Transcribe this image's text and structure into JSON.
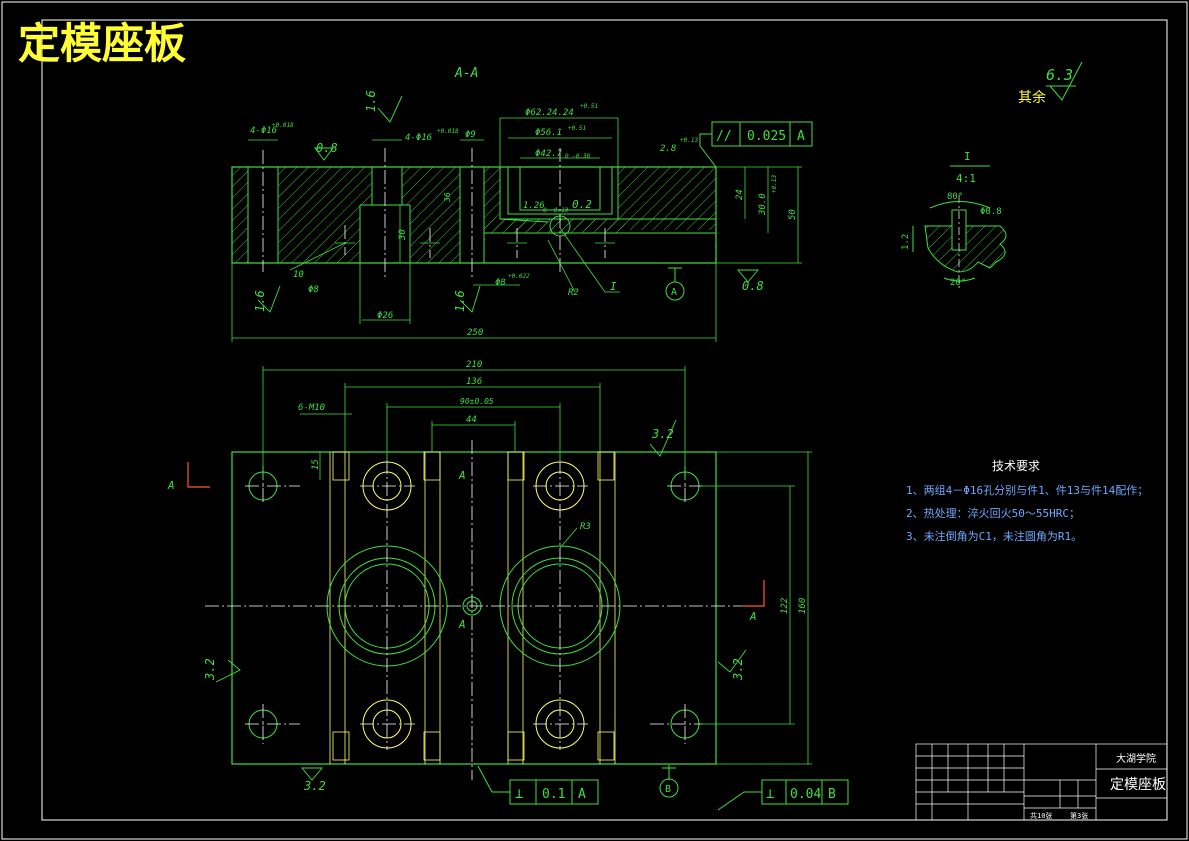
{
  "title": "定模座板",
  "section_label": "A-A",
  "roughness": {
    "general_prefix": "其余",
    "general_value": "6.3",
    "top_a": "1.6",
    "top_b": "0.8",
    "left": "1.6",
    "bottom_mid": "1.6",
    "right_base": "0.8",
    "top_right_plan": "3.2",
    "left_plan": "3.2",
    "right_plan": "3.2",
    "bottom_left_plan": "3.2"
  },
  "dims_section": {
    "hole_4_16_left": "4-Φ16",
    "hole_4_16_left_tol": "+0.018",
    "hole_4_16_mid": "4-Φ16",
    "hole_4_16_mid_tol": "+0.018",
    "d62": "Φ62.24.24",
    "d62_tol": "+0.51",
    "d56": "Φ56.1",
    "d56_tol": "+0.51",
    "d42": "Φ42.7",
    "d42_tol": "0 -0.38",
    "d9": "Φ9",
    "chamfer_2_8": "2.8",
    "chamfer_tol": "+0.13",
    "chamfer_1_26": "1.26",
    "chamfer_1_26_tol": "0 -0.13",
    "r02": "0.2",
    "d24": "24",
    "d30": "30.0",
    "d30_tol": "+0.13",
    "d50": "50",
    "d36": "36",
    "d30b": "30",
    "d10": "10",
    "d8": "Φ8",
    "d26": "Φ26",
    "d250": "250",
    "d8b": "Φ8",
    "d8b_tol": "+0.022",
    "r2": "R2",
    "detail_ref": "I",
    "view_a": "A"
  },
  "parallelism_frame": {
    "symbol": "//",
    "tolerance": "0.025",
    "datum": "A"
  },
  "detail": {
    "label": "I",
    "scale": "4:1",
    "angle_top": "80°",
    "angle_bottom": "20°",
    "dia": "Φ0.8",
    "depth": "1.2"
  },
  "dims_plan": {
    "d210": "210",
    "d136": "136",
    "d90": "90±0.05",
    "d44": "44",
    "m10": "6-M10",
    "d15": "15",
    "r3": "R3",
    "d122": "122",
    "d160": "160",
    "section_a": "A",
    "datum_b": "B"
  },
  "perp_frame_1": {
    "symbol": "⊥",
    "tolerance": "0.1",
    "datum": "A"
  },
  "perp_frame_2": {
    "symbol": "⊥",
    "tolerance": "0.04",
    "datum": "B"
  },
  "tech_req": {
    "heading": "技术要求",
    "items": [
      "1、两组4－Φ16孔分别与件1、件13与件14配作；",
      "2、热处理：淬火回火50～55HRC；",
      "3、未注倒角为C1，未注圆角为R1。"
    ]
  },
  "title_block": {
    "school": "大湖学院",
    "part_name": "定模座板",
    "sheet_info_left": "共10张",
    "sheet_info_right": "第3张"
  }
}
